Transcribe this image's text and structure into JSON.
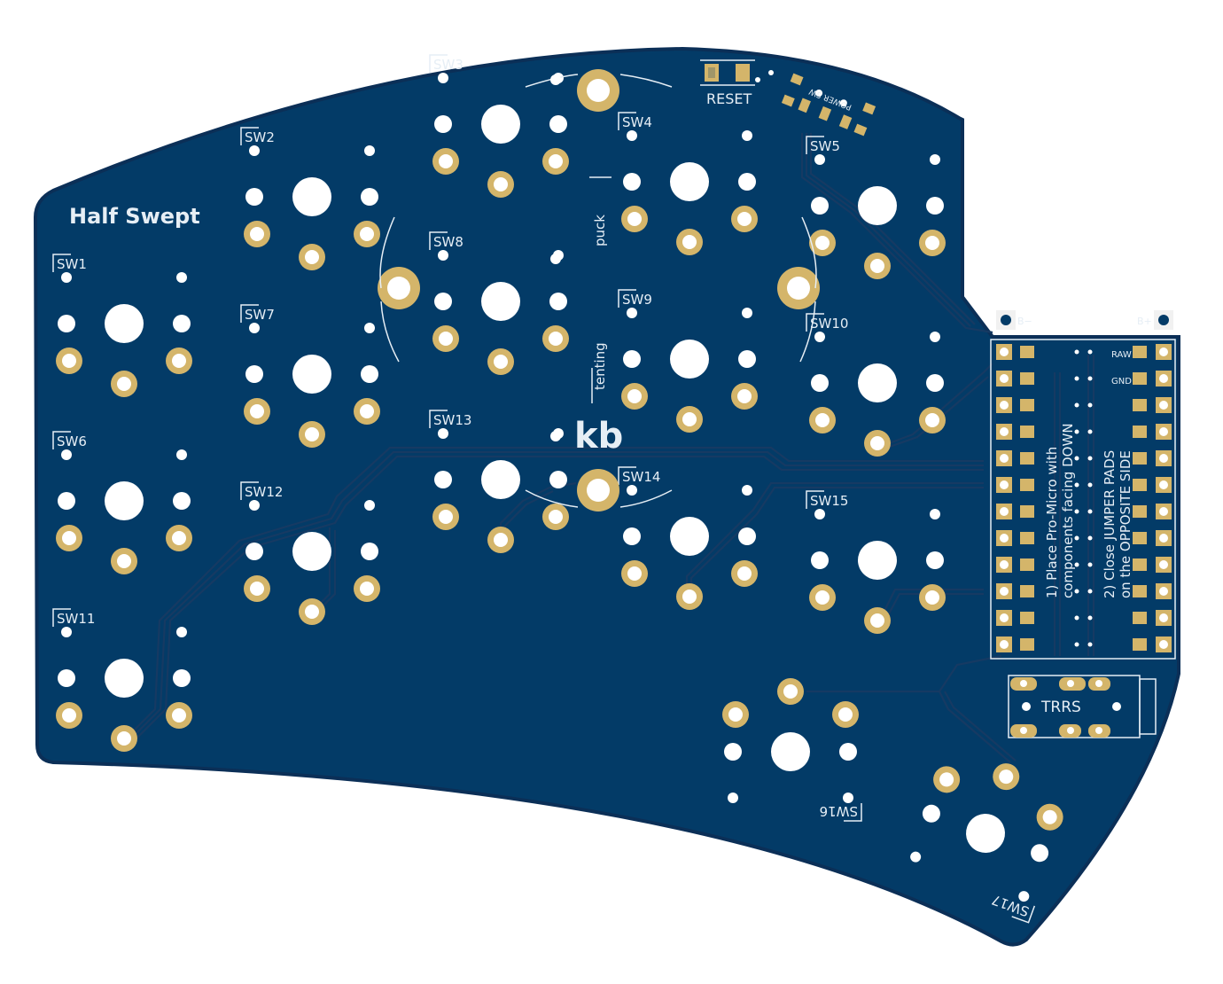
{
  "board": {
    "title": "Half Swept",
    "logo": "kb",
    "colors": {
      "board": "#033b67",
      "edge": "#0b2f57",
      "trace": "#163a63",
      "silkscreen": "#e6eef5",
      "pad": "#d4b56a",
      "hole": "#ffffff"
    }
  },
  "switches": [
    {
      "id": "sw1",
      "label": "SW1"
    },
    {
      "id": "sw2",
      "label": "SW2"
    },
    {
      "id": "sw3",
      "label": "SW3"
    },
    {
      "id": "sw4",
      "label": "SW4"
    },
    {
      "id": "sw5",
      "label": "SW5"
    },
    {
      "id": "sw6",
      "label": "SW6"
    },
    {
      "id": "sw7",
      "label": "SW7"
    },
    {
      "id": "sw8",
      "label": "SW8"
    },
    {
      "id": "sw9",
      "label": "SW9"
    },
    {
      "id": "sw10",
      "label": "SW10"
    },
    {
      "id": "sw11",
      "label": "SW11"
    },
    {
      "id": "sw12",
      "label": "SW12"
    },
    {
      "id": "sw13",
      "label": "SW13"
    },
    {
      "id": "sw14",
      "label": "SW14"
    },
    {
      "id": "sw15",
      "label": "SW15"
    },
    {
      "id": "sw16",
      "label": "SW16"
    },
    {
      "id": "sw17",
      "label": "SW17"
    }
  ],
  "puck": {
    "label_top": "puck",
    "label_bottom": "tenting"
  },
  "reset": {
    "label": "RESET"
  },
  "power_switch": {
    "label": "POWER SW"
  },
  "battery": {
    "minus": "B−",
    "plus": "B+"
  },
  "controller": {
    "pin_raw": "RAW",
    "pin_gnd": "GND",
    "note1_line1": "1) Place Pro-Micro with",
    "note1_line2": "components facing DOWN",
    "note2_line1": "2) Close JUMPER PADS",
    "note2_line2": "on the OPPOSITE SIDE"
  },
  "trrs": {
    "label": "TRRS"
  }
}
